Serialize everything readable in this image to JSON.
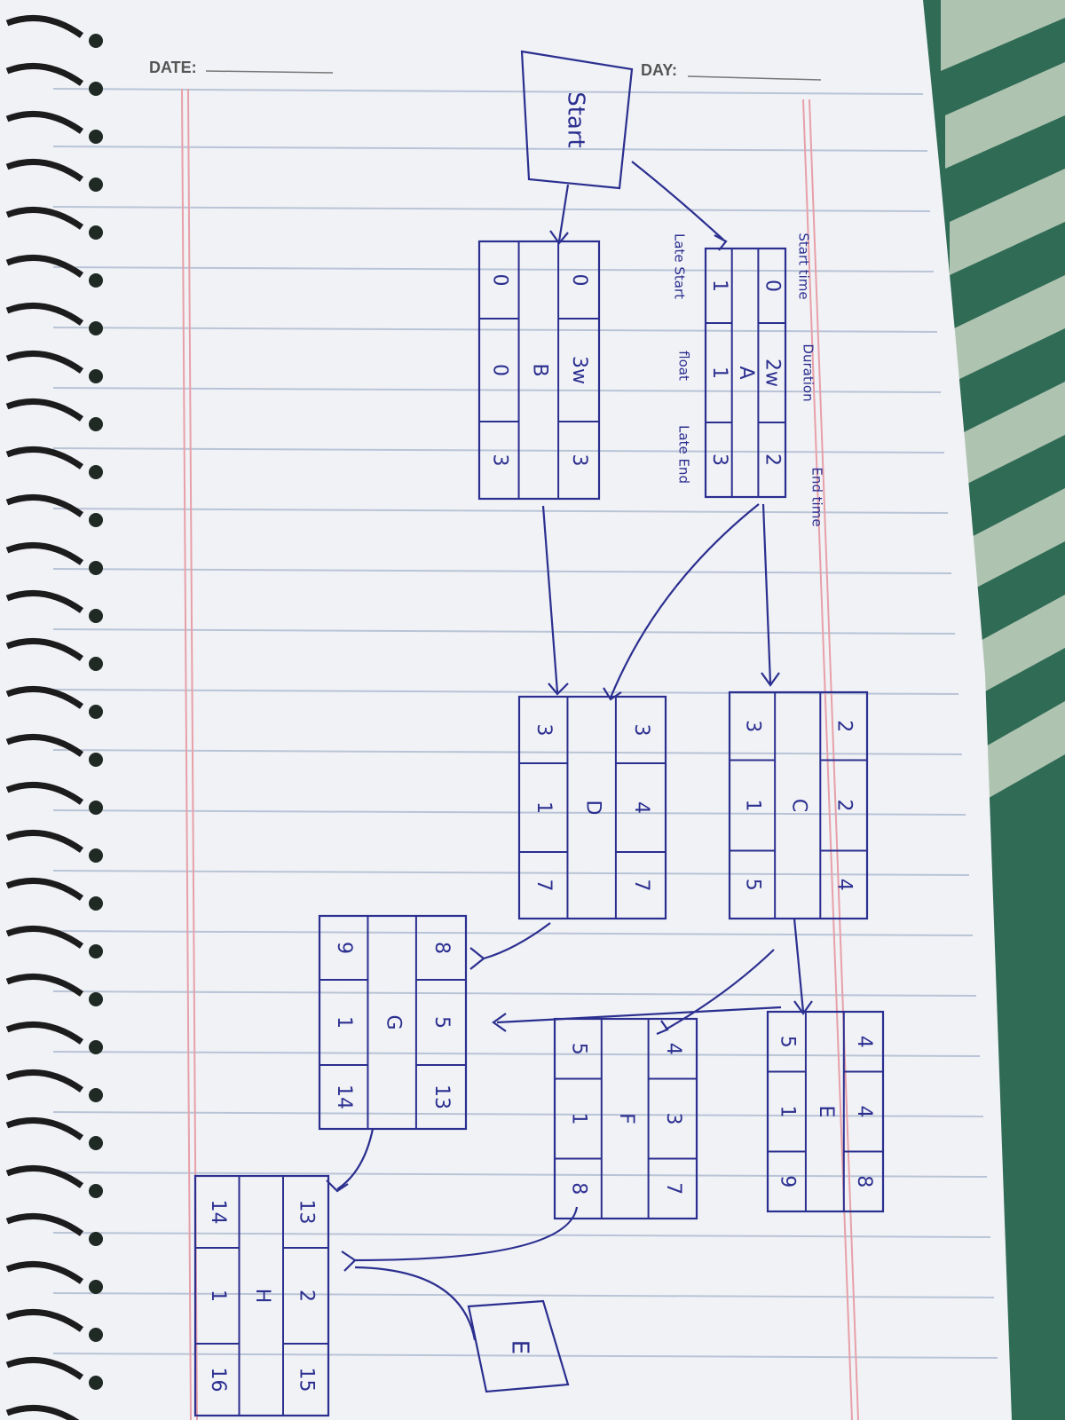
{
  "header": {
    "date_label": "DATE:",
    "day_label": "DAY:"
  },
  "colors": {
    "ink": "#2b2f8f",
    "paper": "#f1f2f6",
    "ruling": "#b9c4d6",
    "margin": "#e7a0a8",
    "fabric": "#2f6b55"
  },
  "legend": {
    "start_time": "Start time",
    "duration": "Duration",
    "end_time": "End time",
    "late_start": "Late Start",
    "float": "float",
    "late_end": "Late End"
  },
  "nodes": {
    "start": {
      "label": "Start"
    },
    "end": {
      "label": "E"
    },
    "A": {
      "name": "A",
      "es": "0",
      "dur": "2w",
      "ef": "2",
      "ls": "1",
      "fl": "1",
      "lf": "3"
    },
    "B": {
      "name": "B",
      "es": "0",
      "dur": "3w",
      "ef": "3",
      "ls": "0",
      "fl": "0",
      "lf": "3"
    },
    "C": {
      "name": "C",
      "es": "2",
      "dur": "2",
      "ef": "4",
      "ls": "3",
      "fl": "1",
      "lf": "5"
    },
    "D": {
      "name": "D",
      "es": "3",
      "dur": "4",
      "ef": "7",
      "ls": "3",
      "fl": "1",
      "lf": "7"
    },
    "E": {
      "name": "E",
      "es": "4",
      "dur": "4",
      "ef": "8",
      "ls": "5",
      "fl": "1",
      "lf": "9"
    },
    "F": {
      "name": "F",
      "es": "4",
      "dur": "3",
      "ef": "7",
      "ls": "5",
      "fl": "1",
      "lf": "8"
    },
    "G": {
      "name": "G",
      "es": "8",
      "dur": "5",
      "ef": "13",
      "ls": "9",
      "fl": "1",
      "lf": "14"
    },
    "H": {
      "name": "H",
      "es": "13",
      "dur": "2",
      "ef": "15",
      "ls": "14",
      "fl": "1",
      "lf": "16"
    }
  }
}
